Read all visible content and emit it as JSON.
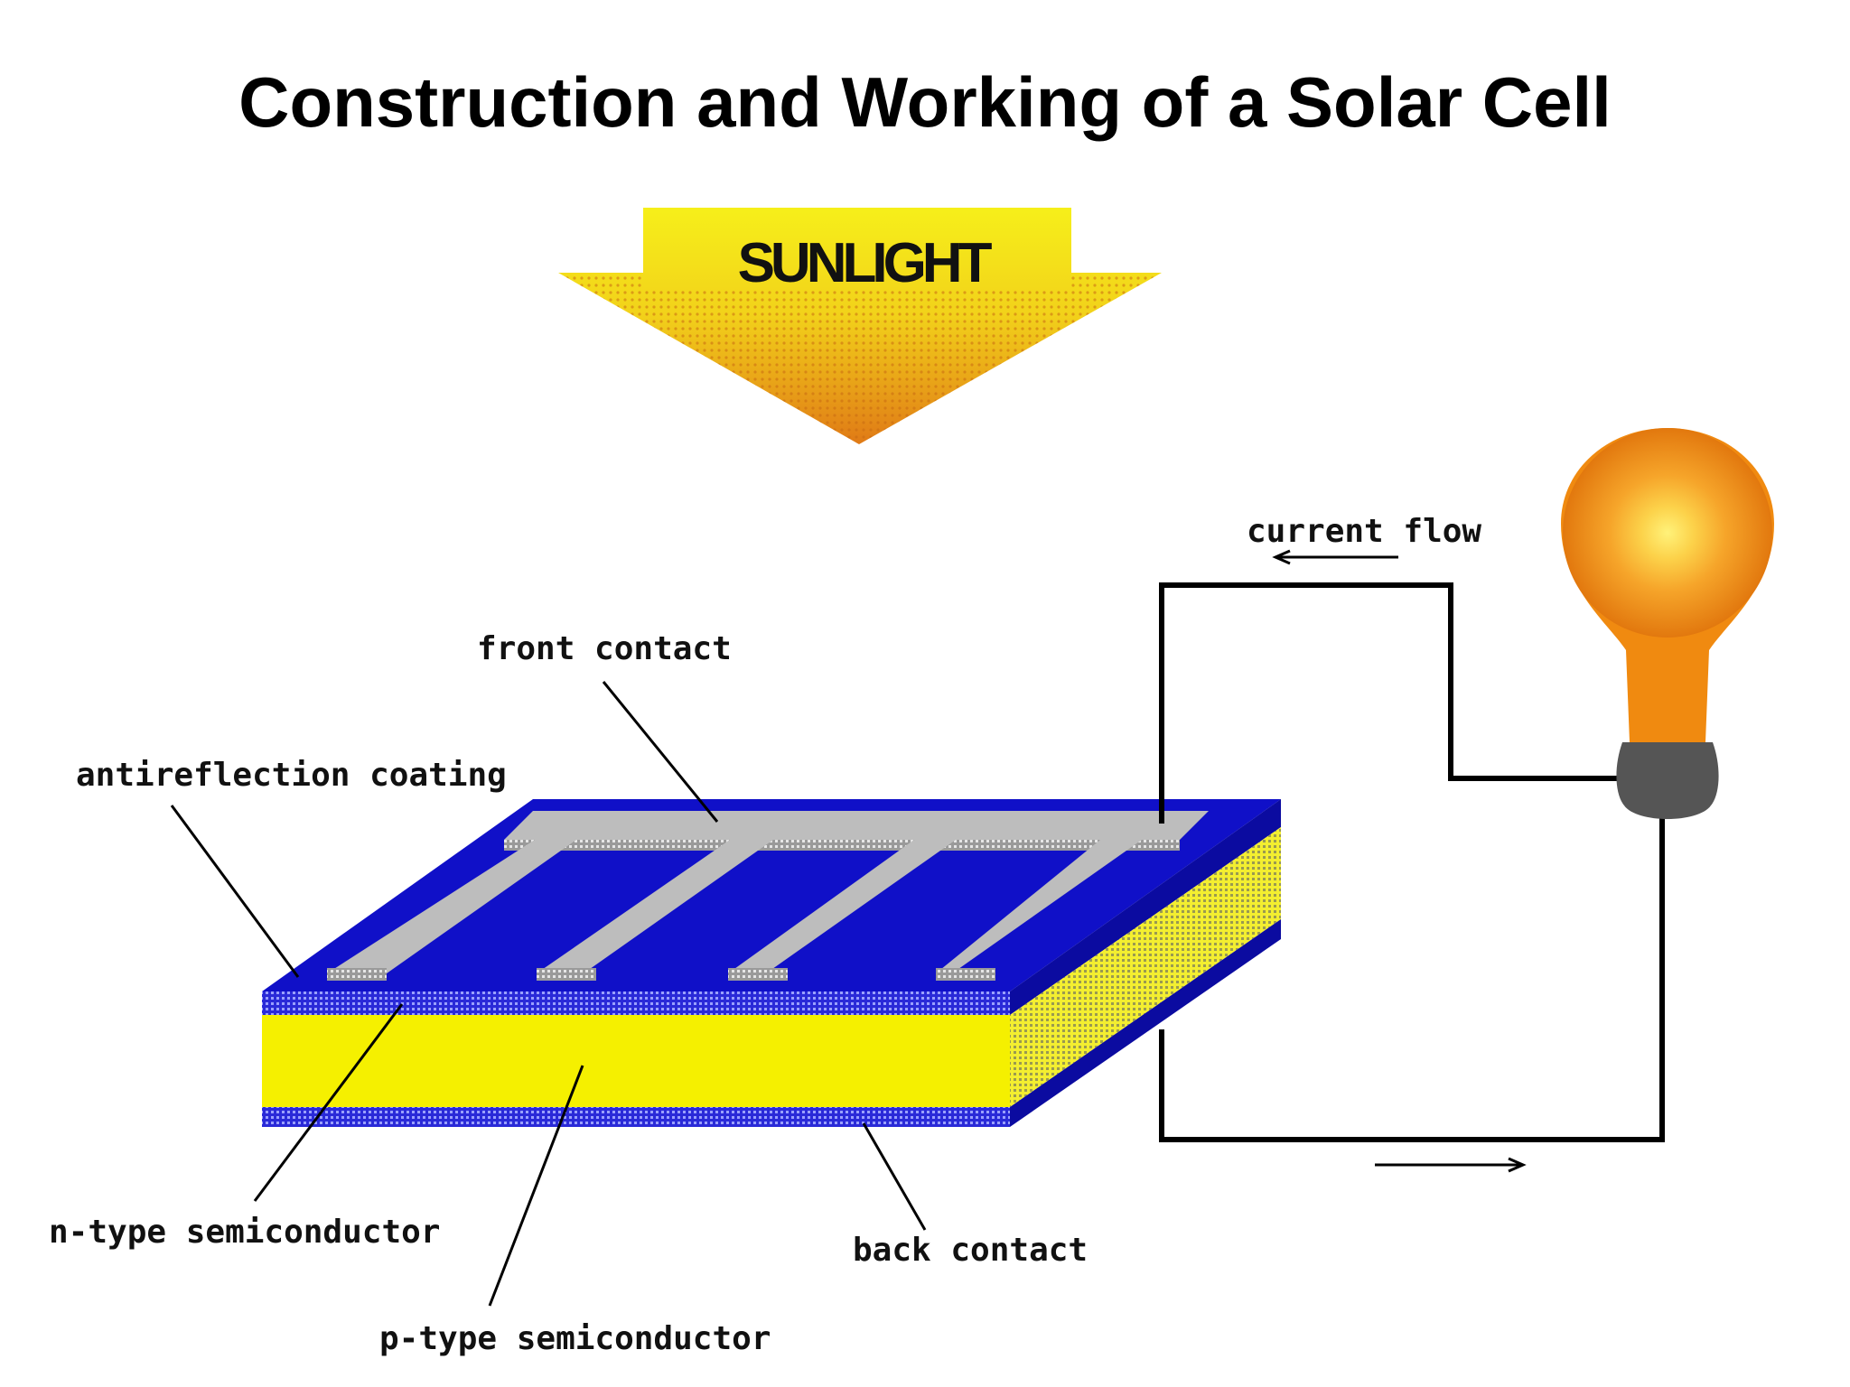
{
  "title": "Construction and Working of a Solar Cell",
  "sunlight": {
    "label": "SUNLIGHT"
  },
  "labels": {
    "front_contact": "front contact",
    "antireflection_coating": "antireflection coating",
    "n_type": "n-type semiconductor",
    "p_type": "p-type semiconductor",
    "back_contact": "back contact",
    "current_flow": "current flow"
  },
  "colors": {
    "blue_layer": "#1010c8",
    "blue_dark": "#0a0a9a",
    "yellow_layer": "#f5f000",
    "yellow_side": "#e6e060",
    "contact_grey": "#bdbdbd",
    "sun_yellow": "#f6ef1a",
    "sun_orange": "#e58a1a",
    "bulb_orange": "#f08a10",
    "bulb_base": "#555555"
  }
}
